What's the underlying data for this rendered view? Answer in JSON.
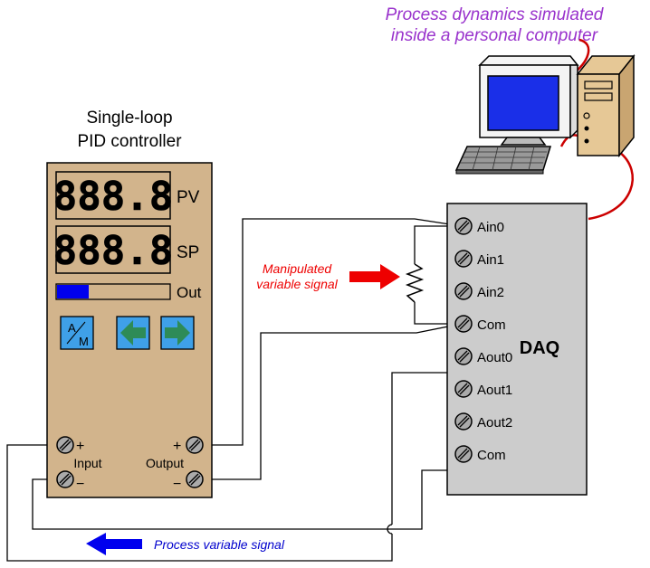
{
  "title_pc": [
    "Process dynamics simulated",
    "inside a personal computer"
  ],
  "title_controller": [
    "Single-loop",
    "PID controller"
  ],
  "controller": {
    "pv_label": "PV",
    "sp_label": "SP",
    "out_label": "Out",
    "pv_display": "888.8",
    "sp_display": "888.8",
    "output_fraction": 0.28,
    "am_button": {
      "top": "A",
      "bottom": "M"
    },
    "terminals": {
      "input_label": "Input",
      "output_label": "Output",
      "plus": "+",
      "minus": "−"
    }
  },
  "daq": {
    "label": "DAQ",
    "terminals": [
      "Ain0",
      "Ain1",
      "Ain2",
      "Com",
      "Aout0",
      "Aout1",
      "Aout2",
      "Com"
    ]
  },
  "annotations": {
    "manipulated": [
      "Manipulated",
      "variable signal"
    ],
    "process_variable": "Process variable signal"
  },
  "colors": {
    "controller_body": "#d2b48c",
    "display_bg": "#d2b48c",
    "output_bar": "#0000ee",
    "button_blue": "#3fa0e8",
    "arrow_green": "#2e8b57",
    "daq_body": "#cccccc",
    "pc_title": "#9932cc",
    "manipulated_text": "#ee0000",
    "pv_text": "#0000cd",
    "pc_cable": "#cc0000"
  }
}
